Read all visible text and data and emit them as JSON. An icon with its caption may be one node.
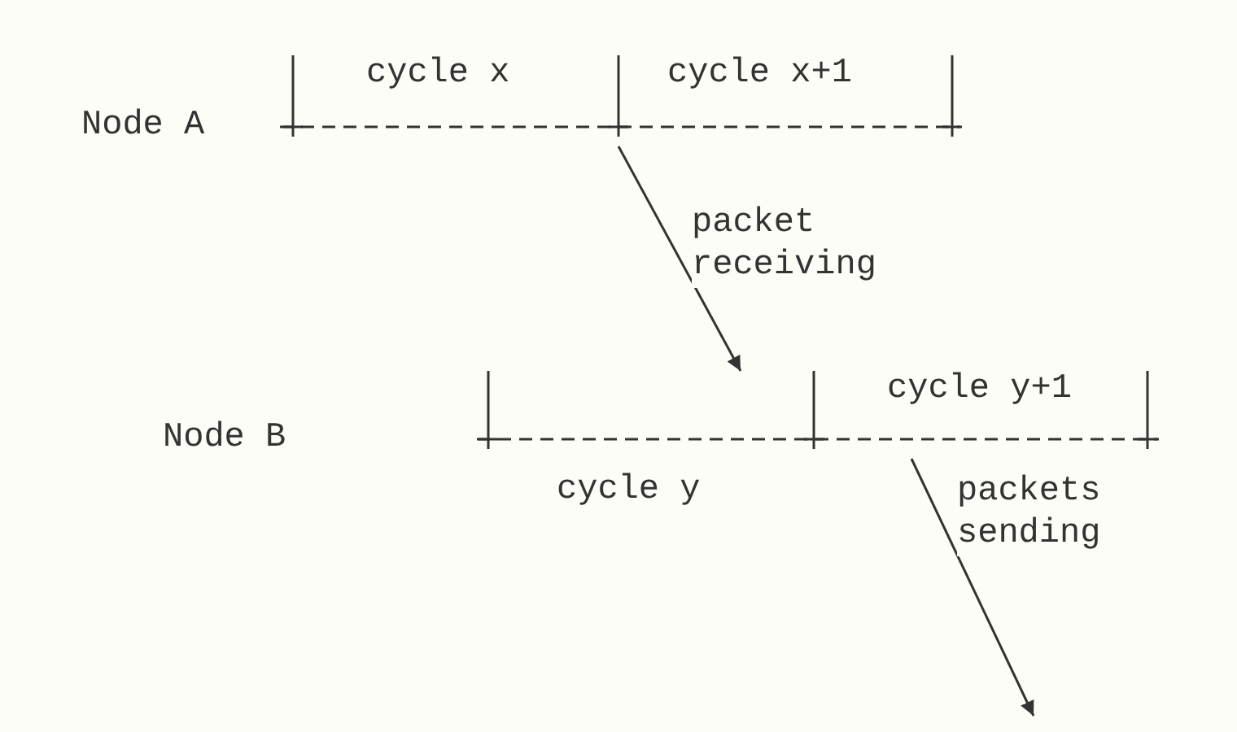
{
  "diagram": {
    "nodes": [
      {
        "text": [
          "Node A"
        ]
      },
      {
        "text": [
          "Node B"
        ]
      }
    ],
    "edges": [
      {
        "from": 0,
        "to": 1,
        "arrow": "to",
        "label": "packet receiving"
      },
      {
        "from": 1,
        "to": null,
        "arrow": "to",
        "label": "packets sending"
      }
    ],
    "labels": [
      "cycle x",
      "cycle x+1",
      "cycle y",
      "cycle y+1"
    ]
  }
}
